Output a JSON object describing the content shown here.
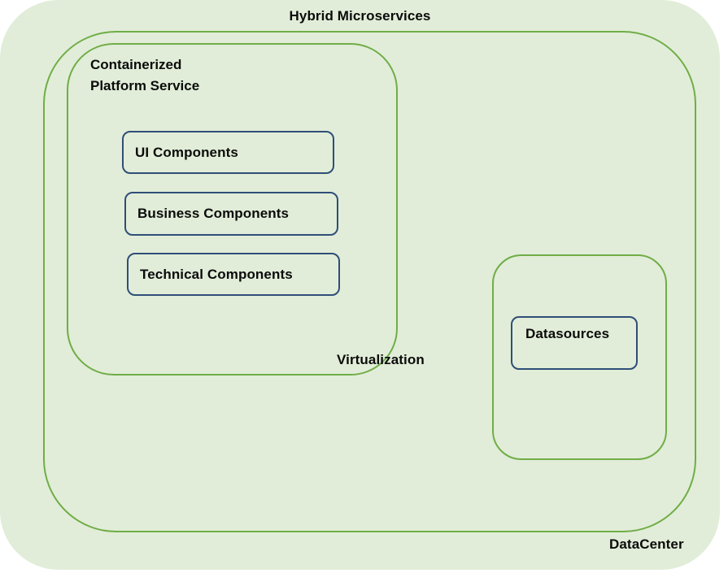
{
  "diagram": {
    "type": "nested-containers",
    "colors": {
      "canvas_fill": "#E1EDD8",
      "container_stroke": "#70AD47",
      "component_stroke": "#2F4E78",
      "label_text": "#0B0B0B",
      "page_background": "#FFFFFF"
    },
    "root": {
      "label": "Hybrid Microservices"
    },
    "datacenter": {
      "label": "DataCenter"
    },
    "virtualization": {
      "label": "Virtualization",
      "inner_title": "Containerized Platform Service",
      "components": [
        {
          "label": "UI Components"
        },
        {
          "label": "Business Components"
        },
        {
          "label": "Technical Components"
        }
      ]
    },
    "datasources_group": {
      "components": [
        {
          "label": "Datasources"
        }
      ]
    }
  }
}
